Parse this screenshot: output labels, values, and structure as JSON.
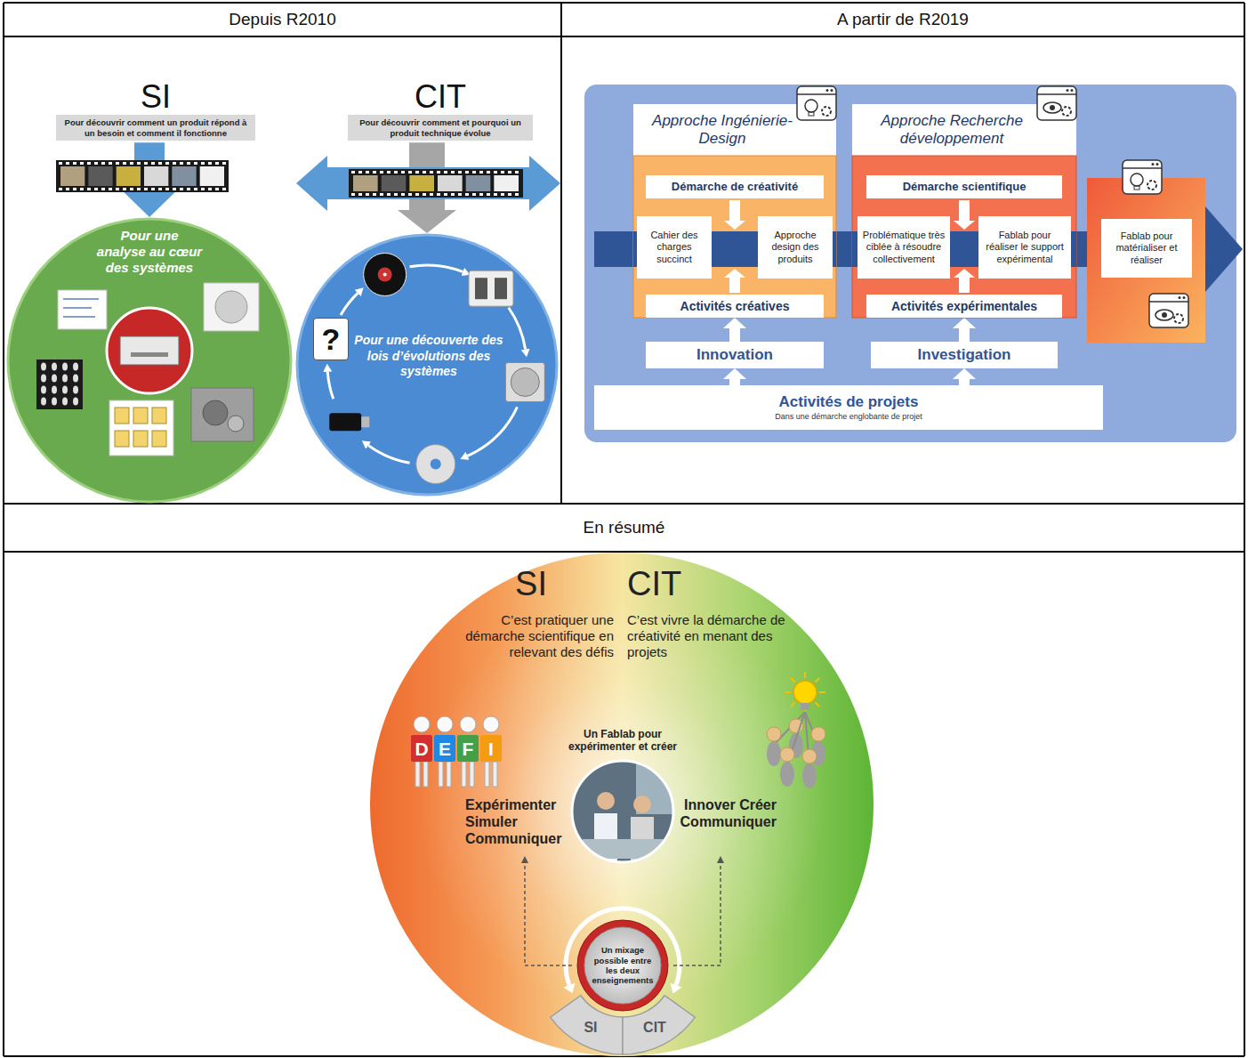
{
  "diagram": {
    "nodes": [
      {
        "text": [
          "Depuis R2010"
        ]
      },
      {
        "text": [
          "A partir de R2019"
        ]
      },
      {
        "text": [
          "SI",
          "Pour découvrir comment un produit répond à un besoin et comment il fonctionne"
        ]
      },
      {
        "text": [
          "Pour une analyse au cœur des systèmes"
        ]
      },
      {
        "text": [
          "CIT",
          "Pour découvrir comment et pourquoi un produit technique évolue"
        ]
      },
      {
        "text": [
          "Pour une découverte des lois d’évolutions des systèmes"
        ]
      },
      {
        "text": [
          "?"
        ],
        "in": 5
      },
      {
        "text": [
          "Approche Ingénierie-Design"
        ]
      },
      {
        "text": [
          "Démarche de créativité"
        ],
        "in": 7
      },
      {
        "text": [
          "Cahier des charges succinct"
        ],
        "in": 7
      },
      {
        "text": [
          "Approche design des produits"
        ],
        "in": 7
      },
      {
        "text": [
          "Activités créatives"
        ],
        "in": 7
      },
      {
        "text": [
          "Approche Recherche développement"
        ]
      },
      {
        "text": [
          "Démarche scientifique"
        ],
        "in": 12
      },
      {
        "text": [
          "Problématique très ciblée à résoudre collectivement"
        ],
        "in": 12
      },
      {
        "text": [
          "Fablab pour réaliser le support expérimental"
        ],
        "in": 12
      },
      {
        "text": [
          "Activités expérimentales"
        ],
        "in": 12
      },
      {
        "text": [
          "Fablab pour matérialiser et réaliser"
        ]
      },
      {
        "text": [
          "Innovation"
        ]
      },
      {
        "text": [
          "Investigation"
        ]
      },
      {
        "text": [
          "Activités de projets",
          "Dans une démarche englobante de projet"
        ]
      },
      {
        "text": [
          "En résumé"
        ]
      },
      {
        "text": [
          "SI",
          "C’est pratiquer une démarche scientifique en relevant des défis",
          "CIT",
          "C’est vivre la démarche de créativité en menant des projets",
          "Expérimenter Simuler Communiquer",
          "Innover Créer Communiquer"
        ]
      },
      {
        "text": [
          "Un Fablab pour expérimenter et créer"
        ],
        "in": 22
      },
      {
        "text": [
          "Un mixage possible entre les deux enseignements"
        ],
        "in": 22
      },
      {
        "text": [
          "SI"
        ],
        "in": 22
      },
      {
        "text": [
          "CIT"
        ],
        "in": 22
      }
    ],
    "edges": [
      {
        "from": 2,
        "to": 3,
        "arrow": "to"
      },
      {
        "from": 4,
        "to": 5,
        "arrow": "to"
      },
      {
        "from": 20,
        "to": 18,
        "arrow": "to"
      },
      {
        "from": 20,
        "to": 19,
        "arrow": "to"
      },
      {
        "from": 18,
        "to": 11,
        "arrow": "to"
      },
      {
        "from": 19,
        "to": 16,
        "arrow": "to"
      }
    ],
    "labels": [
      "D",
      "E",
      "F",
      "I"
    ]
  }
}
